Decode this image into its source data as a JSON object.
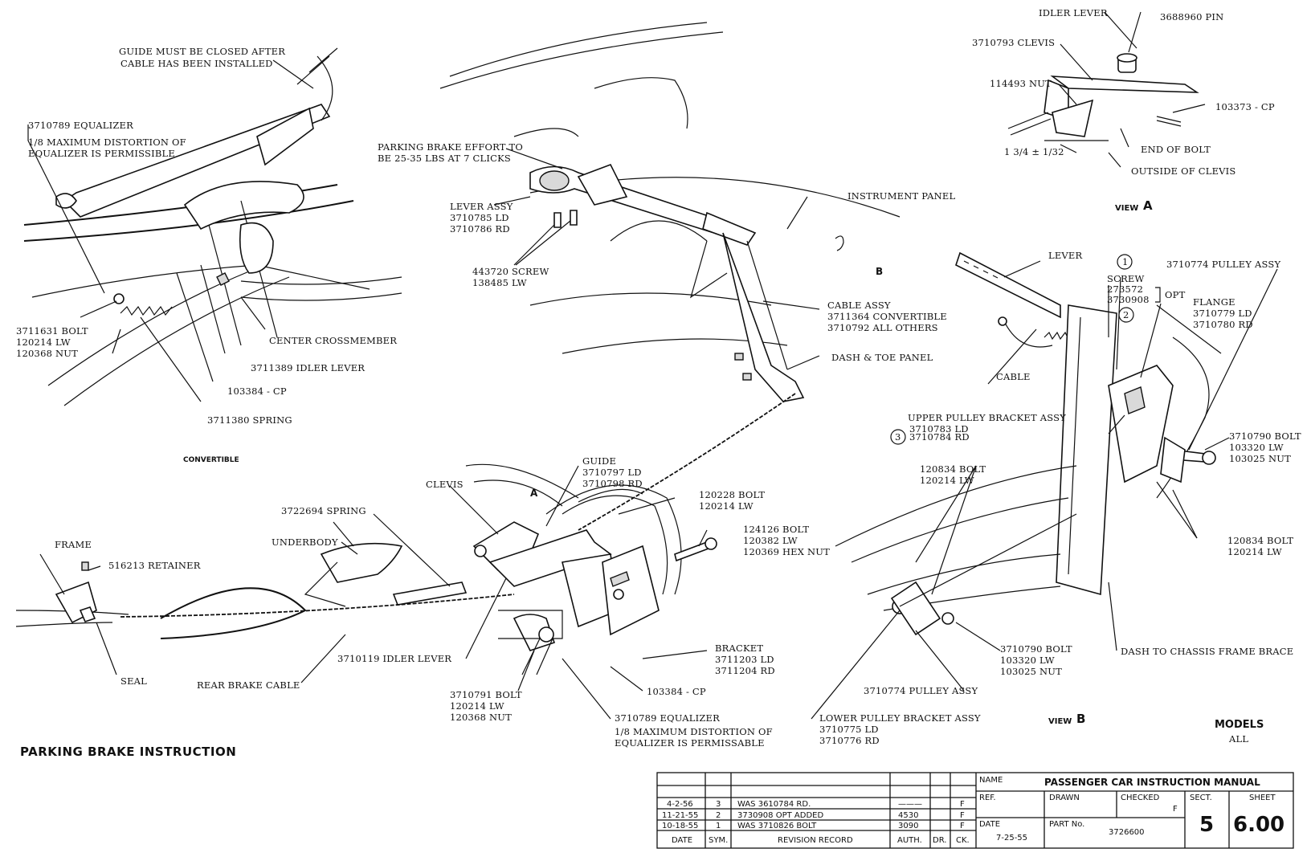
{
  "labels": {
    "guide_closed": [
      "GUIDE MUST BE CLOSED AFTER",
      "CABLE HAS BEEN INSTALLED"
    ],
    "equalizer_top": [
      "3710789 EQUALIZER",
      "1/8 MAXIMUM DISTORTION OF",
      "EQUALIZER IS PERMISSIBLE"
    ],
    "bolt_3711631": [
      "3711631 BOLT",
      "120214  LW",
      "120368  NUT"
    ],
    "center_crossmember": "CENTER CROSSMEMBER",
    "idler_3711389": "3711389 IDLER LEVER",
    "cp_103384_top": "103384 - CP",
    "spring_3711380": "3711380 SPRING",
    "convertible": "CONVERTIBLE",
    "brake_effort": [
      "PARKING BRAKE EFFORT TO",
      "BE 25-35 LBS AT 7 CLICKS"
    ],
    "lever_assy": [
      "LEVER ASSY",
      "3710785 LD",
      "3710786 RD"
    ],
    "screw_443720": [
      "443720 SCREW",
      "138485 LW"
    ],
    "instrument_panel": "INSTRUMENT PANEL",
    "b_marker": "B",
    "cable_assy": [
      "CABLE ASSY",
      "3711364 CONVERTIBLE",
      "3710792 ALL OTHERS"
    ],
    "dash_toe": "DASH & TOE PANEL",
    "clevis_main": "CLEVIS",
    "a_marker": "A",
    "guide": [
      "GUIDE",
      "3710797 LD",
      "3710798 RD"
    ],
    "bolt_120228": [
      "120228 BOLT",
      "120214 LW"
    ],
    "bolt_124126": [
      "124126 BOLT",
      "120382 LW",
      "120369 HEX NUT"
    ],
    "spring_3722694": "3722694 SPRING",
    "underbody": "UNDERBODY",
    "frame": "FRAME",
    "retainer": "516213 RETAINER",
    "seal": "SEAL",
    "rear_cable": "REAR BRAKE CABLE",
    "idler_3710119": "3710119 IDLER LEVER",
    "bolt_3710791": [
      "3710791 BOLT",
      "120214  LW",
      "120368  NUT"
    ],
    "equalizer_bottom": [
      "3710789 EQUALIZER",
      "1/8 MAXIMUM DISTORTION OF",
      "EQUALIZER IS PERMISSABLE"
    ],
    "bracket": [
      "BRACKET",
      "3711203 LD",
      "3711204 RD"
    ],
    "cp_103384_bottom": "103384 - CP",
    "parking_brake_title": "PARKING BRAKE INSTRUCTION",
    "viewA": {
      "idler_lever": "IDLER LEVER",
      "pin": "3688960 PIN",
      "clevis": "3710793 CLEVIS",
      "nut": "114493 NUT",
      "cp": "103373 - CP",
      "dim": "1 3/4  ±  1/32",
      "end_bolt": "END OF BOLT",
      "outside_clevis": "OUTSIDE OF CLEVIS",
      "title_word": "VIEW",
      "title_letter": "A"
    },
    "viewB": {
      "lever": "LEVER",
      "circle1": "1",
      "circle2": "2",
      "circle3": "3",
      "screw": [
        "SCREW",
        "273572",
        "3730908"
      ],
      "opt": "OPT",
      "pulley_top": "3710774 PULLEY ASSY",
      "flange": [
        "FLANGE",
        "3710779 LD",
        "3710780 RD"
      ],
      "cable": "CABLE",
      "upper_bracket": [
        "UPPER PULLEY BRACKET ASSY",
        "3710783 LD",
        "3710784 RD"
      ],
      "bolt_3710790_top": [
        "3710790 BOLT",
        "103320  LW",
        "103025  NUT"
      ],
      "bolt_120834_left": [
        "120834 BOLT",
        "120214  LW"
      ],
      "bolt_120834_right": [
        "120834 BOLT",
        "120214  LW"
      ],
      "bolt_3710790_bottom": [
        "3710790 BOLT",
        "103320  LW",
        "103025  NUT"
      ],
      "dash_brace": "DASH TO CHASSIS FRAME BRACE",
      "pulley_bottom": "3710774 PULLEY ASSY",
      "lower_bracket": [
        "LOWER PULLEY BRACKET ASSY",
        "3710775 LD",
        "3710776 RD"
      ],
      "title_word": "VIEW",
      "title_letter": "B"
    },
    "models": [
      "MODELS",
      "ALL"
    ]
  },
  "title_block": {
    "name_label": "NAME",
    "name_value": "PASSENGER CAR INSTRUCTION MANUAL",
    "ref_label": "REF.",
    "drawn_label": "DRAWN",
    "checked_label": "CHECKED",
    "checked_mark": "F",
    "sect_label": "SECT.",
    "sheet_label": "SHEET",
    "date_label": "DATE",
    "date_value": "7-25-55",
    "partno_label": "PART No.",
    "partno_value": "3726600",
    "sect_value": "5",
    "sheet_value": "6.00",
    "revisions": [
      {
        "date": "4-2-56",
        "sym": "3",
        "text": "WAS 3610784 RD.",
        "auth": "———",
        "dr": "",
        "ck": "F"
      },
      {
        "date": "11-21-55",
        "sym": "2",
        "text": "3730908 OPT ADDED",
        "auth": "4530",
        "dr": "",
        "ck": "F"
      },
      {
        "date": "10-18-55",
        "sym": "1",
        "text": "WAS 3710826 BOLT",
        "auth": "3090",
        "dr": "",
        "ck": "F"
      }
    ],
    "col_date": "DATE",
    "col_sym": "SYM.",
    "col_record": "REVISION RECORD",
    "col_auth": "AUTH.",
    "col_dr": "DR.",
    "col_ck": "CK."
  }
}
